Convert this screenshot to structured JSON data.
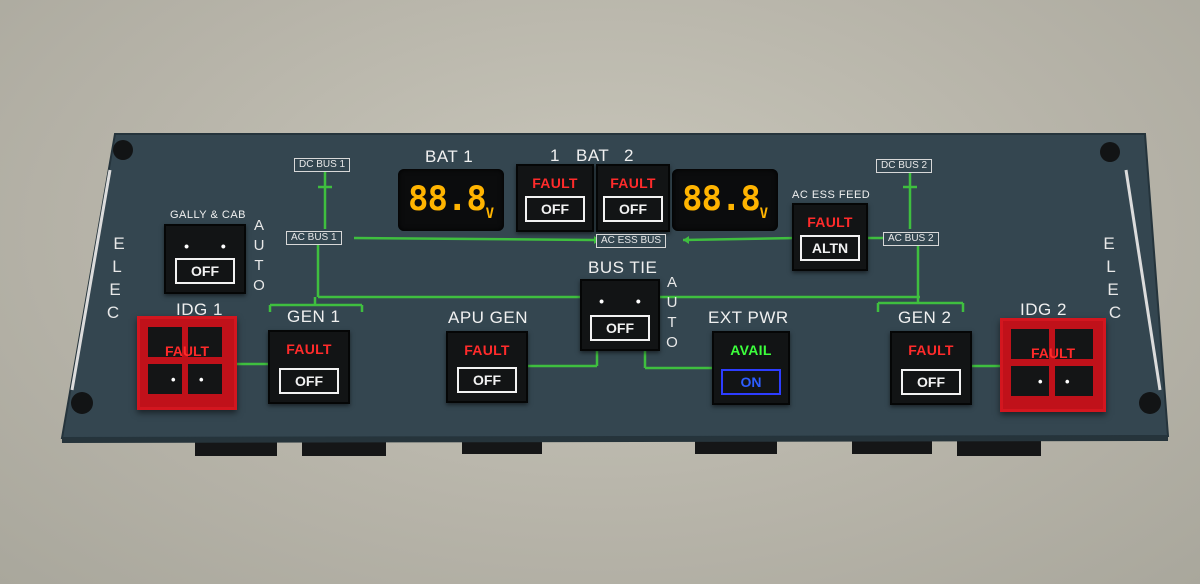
{
  "panel": {
    "side_left": [
      "E",
      "L",
      "E",
      "C"
    ],
    "side_right": [
      "E",
      "L",
      "E",
      "C"
    ]
  },
  "colors": {
    "panel": "#334650",
    "bus_line": "#3fbf3f",
    "fault": "#ff2b2b",
    "avail": "#3cff3c",
    "on_blue": "#2d5dff",
    "lcd_digits": "#ffb400",
    "idg_guard": "#c0111a"
  },
  "labels": {
    "bat1": "BAT 1",
    "bat_1_num": "1",
    "bat": "BAT",
    "bat_2_num": "2",
    "dc_bus_1": "DC BUS 1",
    "dc_bus_2": "DC BUS 2",
    "ac_bus_1": "AC BUS 1",
    "ac_bus_2": "AC BUS 2",
    "ac_ess_bus": "AC ESS BUS",
    "ac_ess_feed": "AC ESS FEED",
    "gally_cab": "GALLY & CAB",
    "bus_tie": "BUS TIE",
    "idg1": "IDG 1",
    "idg2": "IDG 2",
    "gen1": "GEN 1",
    "gen2": "GEN 2",
    "apu_gen": "APU GEN",
    "ext_pwr": "EXT PWR",
    "auto": [
      "A",
      "U",
      "T",
      "O"
    ]
  },
  "displays": {
    "bat1": {
      "value": "88.8",
      "unit": "V"
    },
    "bat2": {
      "value": "88.8",
      "unit": "V"
    }
  },
  "buttons": {
    "bat1": {
      "top": "FAULT",
      "bottom": "OFF"
    },
    "bat2": {
      "top": "FAULT",
      "bottom": "OFF"
    },
    "ac_ess_feed": {
      "top": "FAULT",
      "bottom": "ALTN"
    },
    "gally_cab": {
      "dots": "• •",
      "bottom": "OFF"
    },
    "bus_tie": {
      "dots": "• •",
      "bottom": "OFF"
    },
    "gen1": {
      "top": "FAULT",
      "bottom": "OFF"
    },
    "apu_gen": {
      "top": "FAULT",
      "bottom": "OFF"
    },
    "ext_pwr": {
      "top": "AVAIL",
      "bottom": "ON"
    },
    "gen2": {
      "top": "FAULT",
      "bottom": "OFF"
    },
    "idg1": {
      "top": "FAULT",
      "dot_left": "•",
      "dot_right": "•"
    },
    "idg2": {
      "top": "FAULT",
      "dot_left": "•",
      "dot_right": "•"
    }
  }
}
